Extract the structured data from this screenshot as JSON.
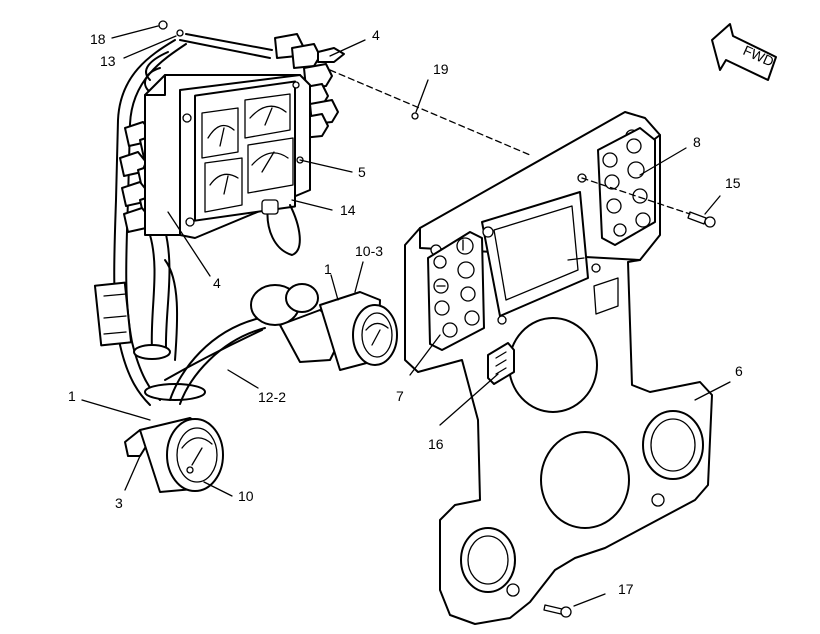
{
  "direction_arrow": {
    "text": "FWD"
  },
  "callouts": {
    "c18": "18",
    "c13": "13",
    "c4a": "4",
    "c19": "19",
    "c5": "5",
    "c14": "14",
    "c4b": "4",
    "c1a": "1",
    "c103": "10-3",
    "c8": "8",
    "c15": "15",
    "c7": "7",
    "c122": "12-2",
    "c1b": "1",
    "c16": "16",
    "c6": "6",
    "c3": "3",
    "c10": "10",
    "c17": "17"
  }
}
